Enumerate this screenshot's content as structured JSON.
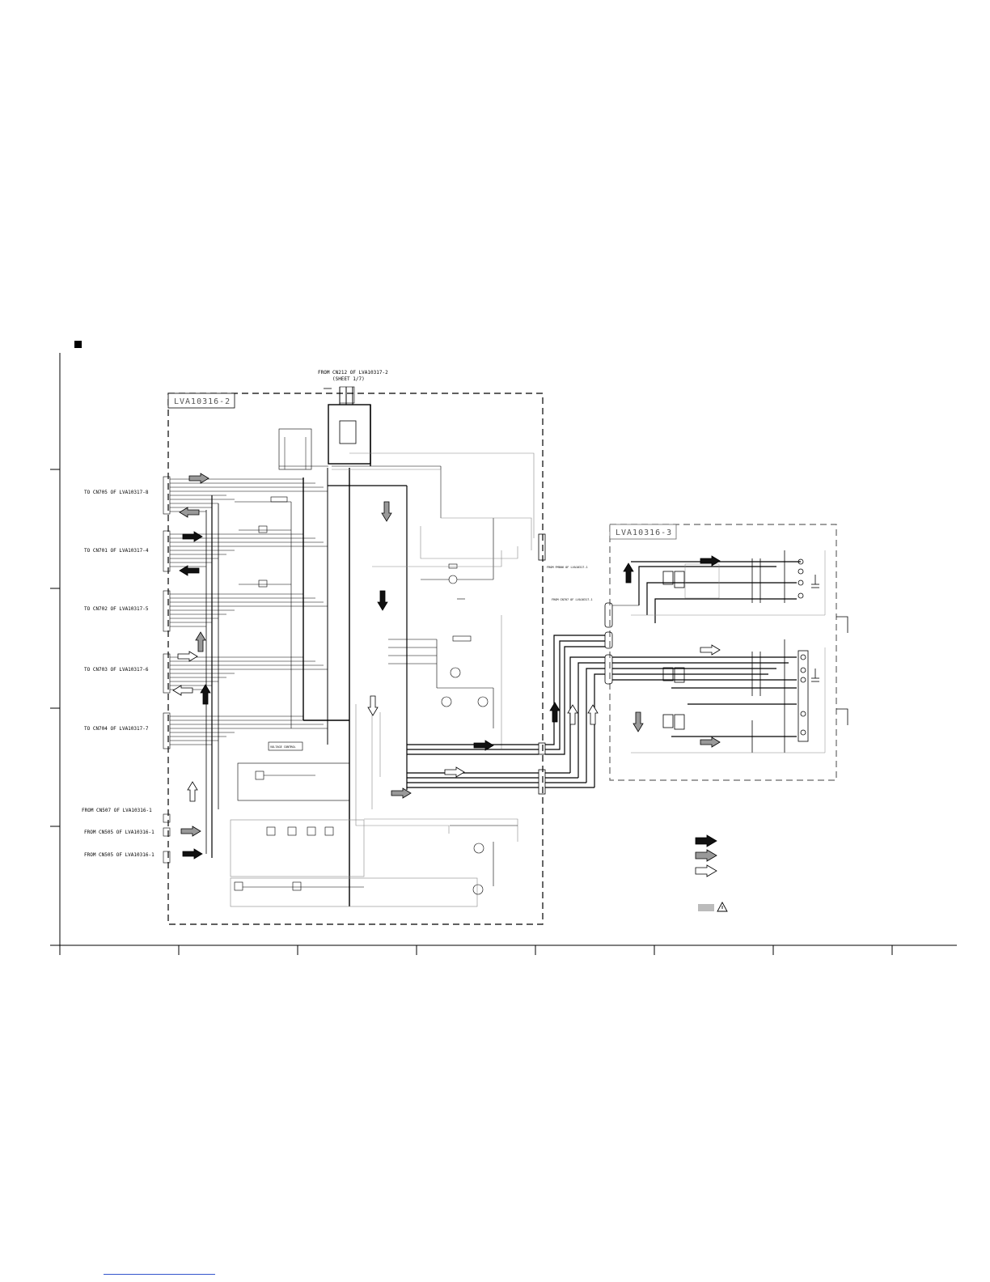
{
  "page": {
    "title": ""
  },
  "boards": {
    "left": "LVA10316-2",
    "right": "LVA10316-3"
  },
  "source_labels": {
    "top": "FROM CN212 OF LVA10317-2",
    "top_sheet": "(SHEET 1/7)",
    "cn705": "TO CN705 OF LVA10317-8",
    "cn701": "TO CN701 OF LVA10317-4",
    "cn702": "TO CN702 OF LVA10317-5",
    "cn703": "TO CN703 OF LVA10317-6",
    "cn704": "TO CN704 OF LVA10317-7",
    "cn507": "FROM CN507 OF LVA10316-1",
    "cn505a": "FROM CN505 OF LVA10316-1",
    "cn505b": "FROM CN505 OF LVA10316-1",
    "fm806": "FROM FM806 OF LVA10317-1",
    "cn707": "FROM CN707 OF LVA10317-1"
  },
  "block_labels": {
    "voltage_control": "VOLTAGE CONTROL"
  },
  "legend": [
    {
      "style": "black",
      "color": "#111111"
    },
    {
      "style": "gray",
      "color": "#999999"
    },
    {
      "style": "white",
      "color": "#ffffff"
    }
  ],
  "legend_extra": {
    "shaded_box_color": "#bbbbbb",
    "warning_icon": "warning-triangle-icon"
  }
}
